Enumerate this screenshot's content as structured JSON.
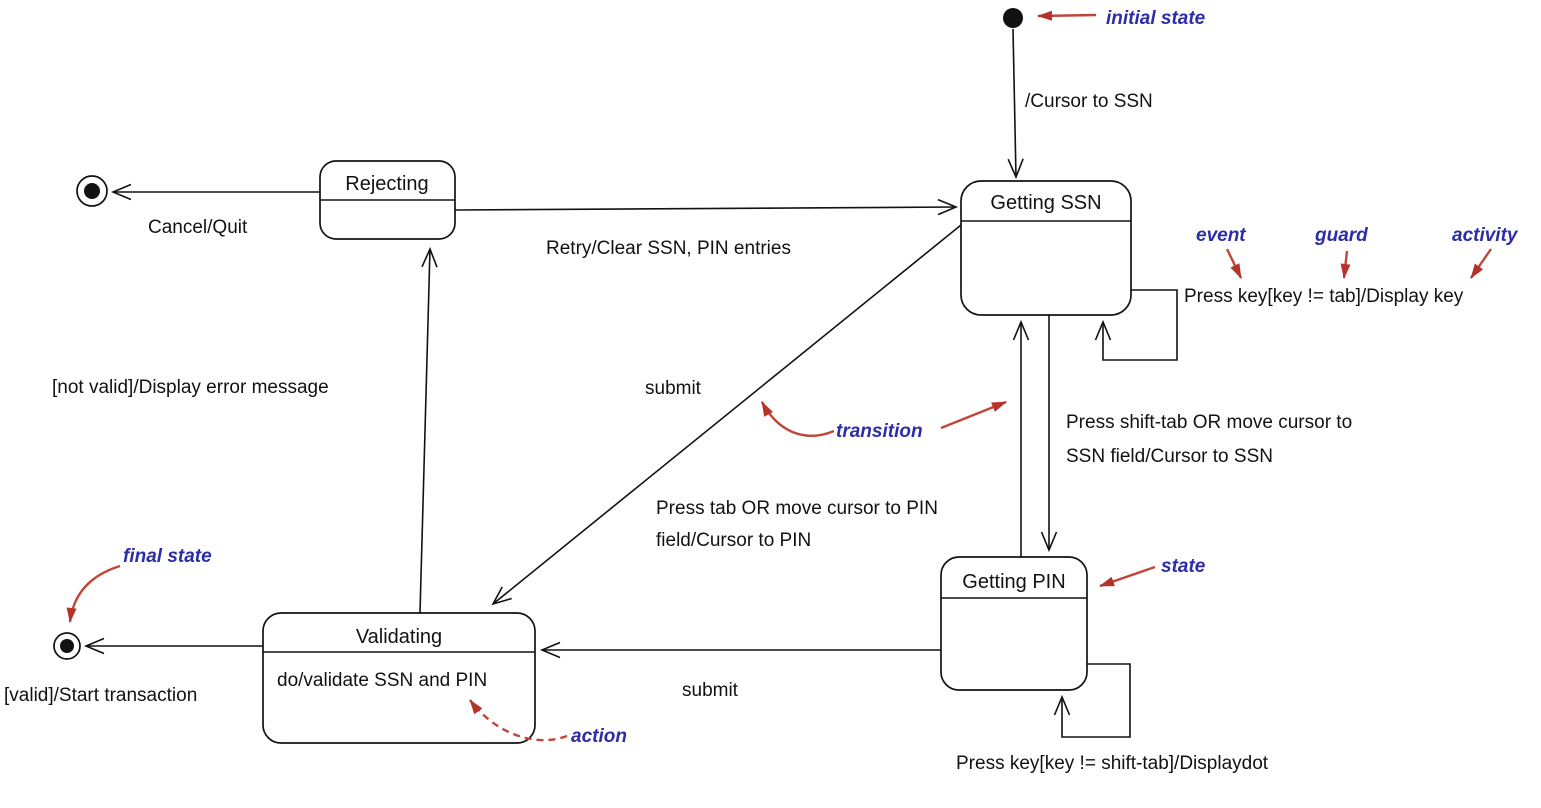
{
  "diagram_type": "UML state machine diagram",
  "states": {
    "rejecting": {
      "title": "Rejecting"
    },
    "getting_ssn": {
      "title": "Getting SSN"
    },
    "getting_pin": {
      "title": "Getting PIN"
    },
    "validating": {
      "title": "Validating",
      "internal_activity": "do/validate SSN and PIN"
    }
  },
  "transitions": {
    "initial": {
      "label": "/Cursor to SSN"
    },
    "cancel": {
      "label": "Cancel/Quit"
    },
    "retry": {
      "label": "Retry/Clear SSN, PIN entries"
    },
    "not_valid": {
      "label": "[not valid]/Display error message"
    },
    "submit_from_ssn": {
      "label": "submit"
    },
    "submit_from_pin": {
      "label": "submit"
    },
    "valid": {
      "label": "[valid]/Start transaction"
    },
    "ssn_self": {
      "label": "Press key[key != tab]/Display key"
    },
    "pin_to_ssn": {
      "line1": "Press shift-tab OR move cursor to",
      "line2": "SSN field/Cursor to SSN"
    },
    "ssn_to_pin": {
      "line1": "Press tab OR move cursor to PIN",
      "line2": "field/Cursor to PIN"
    },
    "pin_self": {
      "label": "Press key[key != shift-tab]/Displaydot"
    }
  },
  "annotations": {
    "initial_state": "initial state",
    "event": "event",
    "guard": "guard",
    "activity": "activity",
    "transition": "transition",
    "state": "state",
    "action": "action",
    "final_state": "final state"
  },
  "colors": {
    "annotation_blue": "#2d2da6",
    "arrow_red": "#c0453a",
    "line_black": "#121212",
    "background": "#ffffff"
  }
}
